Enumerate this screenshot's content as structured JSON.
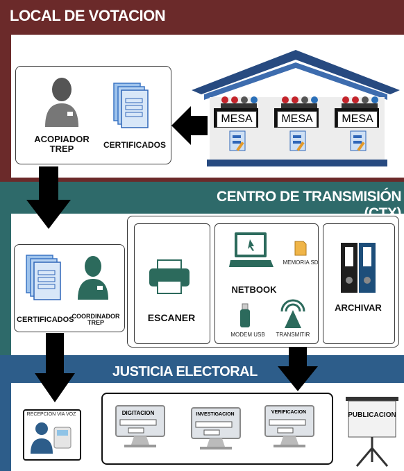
{
  "sections": {
    "local": {
      "title": "LOCAL DE VOTACION",
      "color": "#6b2a2a"
    },
    "ctx": {
      "title": "CENTRO DE TRANSMISIÓN (CTX)",
      "color": "#2e6a6a"
    },
    "justicia": {
      "title": "JUSTICIA ELECTORAL",
      "color": "#2d5d8a"
    }
  },
  "local": {
    "acopiador": "ACOPIADOR\nTREP",
    "certificados": "CERTIFICADOS",
    "mesas": [
      "MESA",
      "MESA",
      "MESA"
    ]
  },
  "ctx": {
    "certificados": "CERTIFICADOS",
    "coordinador": "COORDINADOR\nTREP",
    "escaner": "ESCANER",
    "netbook": "NETBOOK",
    "memoria": "MEMORIA SD",
    "modem": "MODEM USB",
    "transmitir": "TRANSMITIR",
    "archivar": "ARCHIVAR"
  },
  "justicia": {
    "recepcion": "RECEPCION VIA VOZ",
    "digitacion": "DIGITACION",
    "investigacion": "INVESTIGACION",
    "verificacion": "VERIFICACION",
    "publicacion": "PUBLICACION"
  },
  "icons": [
    "person-icon",
    "document-stack-icon",
    "school-house-icon",
    "printer-icon",
    "laptop-icon",
    "sd-card-icon",
    "usb-modem-icon",
    "antenna-icon",
    "binders-icon",
    "operator-icon",
    "monitor-icon",
    "projector-screen-icon",
    "arrow-down-icon",
    "arrow-left-icon"
  ]
}
